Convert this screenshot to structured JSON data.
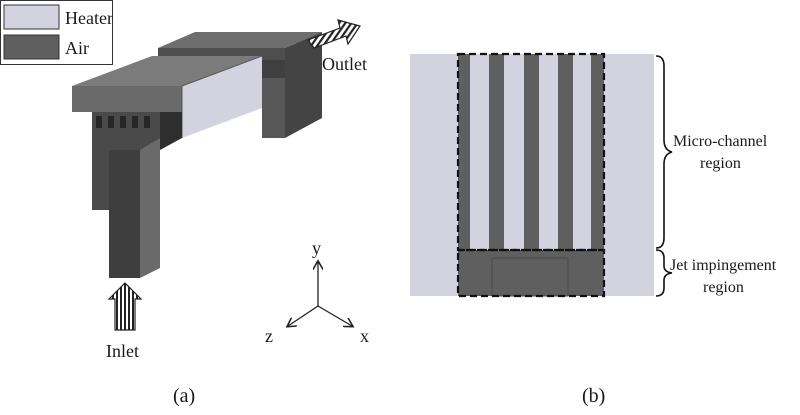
{
  "legend": [
    {
      "label": "Heater",
      "color": "#d3d3df"
    },
    {
      "label": "Air",
      "color": "#5f5f5f"
    }
  ],
  "panel_a": {
    "caption": "(a)",
    "inlet_label": "Inlet",
    "outlet_label": "Outlet",
    "axes": {
      "y": "y",
      "z": "z",
      "x": "x"
    }
  },
  "panel_b": {
    "caption": "(b)",
    "region_labels": {
      "micro_channel_line1": "Micro-channel",
      "micro_channel_line2": "region",
      "jet_line1": "Jet impingement",
      "jet_line2": "region"
    }
  },
  "colors": {
    "heater": "#d3d3df",
    "air": "#5f5f5f",
    "air_dark": "#3a3a3a",
    "block_side": "#4a4a4a"
  }
}
